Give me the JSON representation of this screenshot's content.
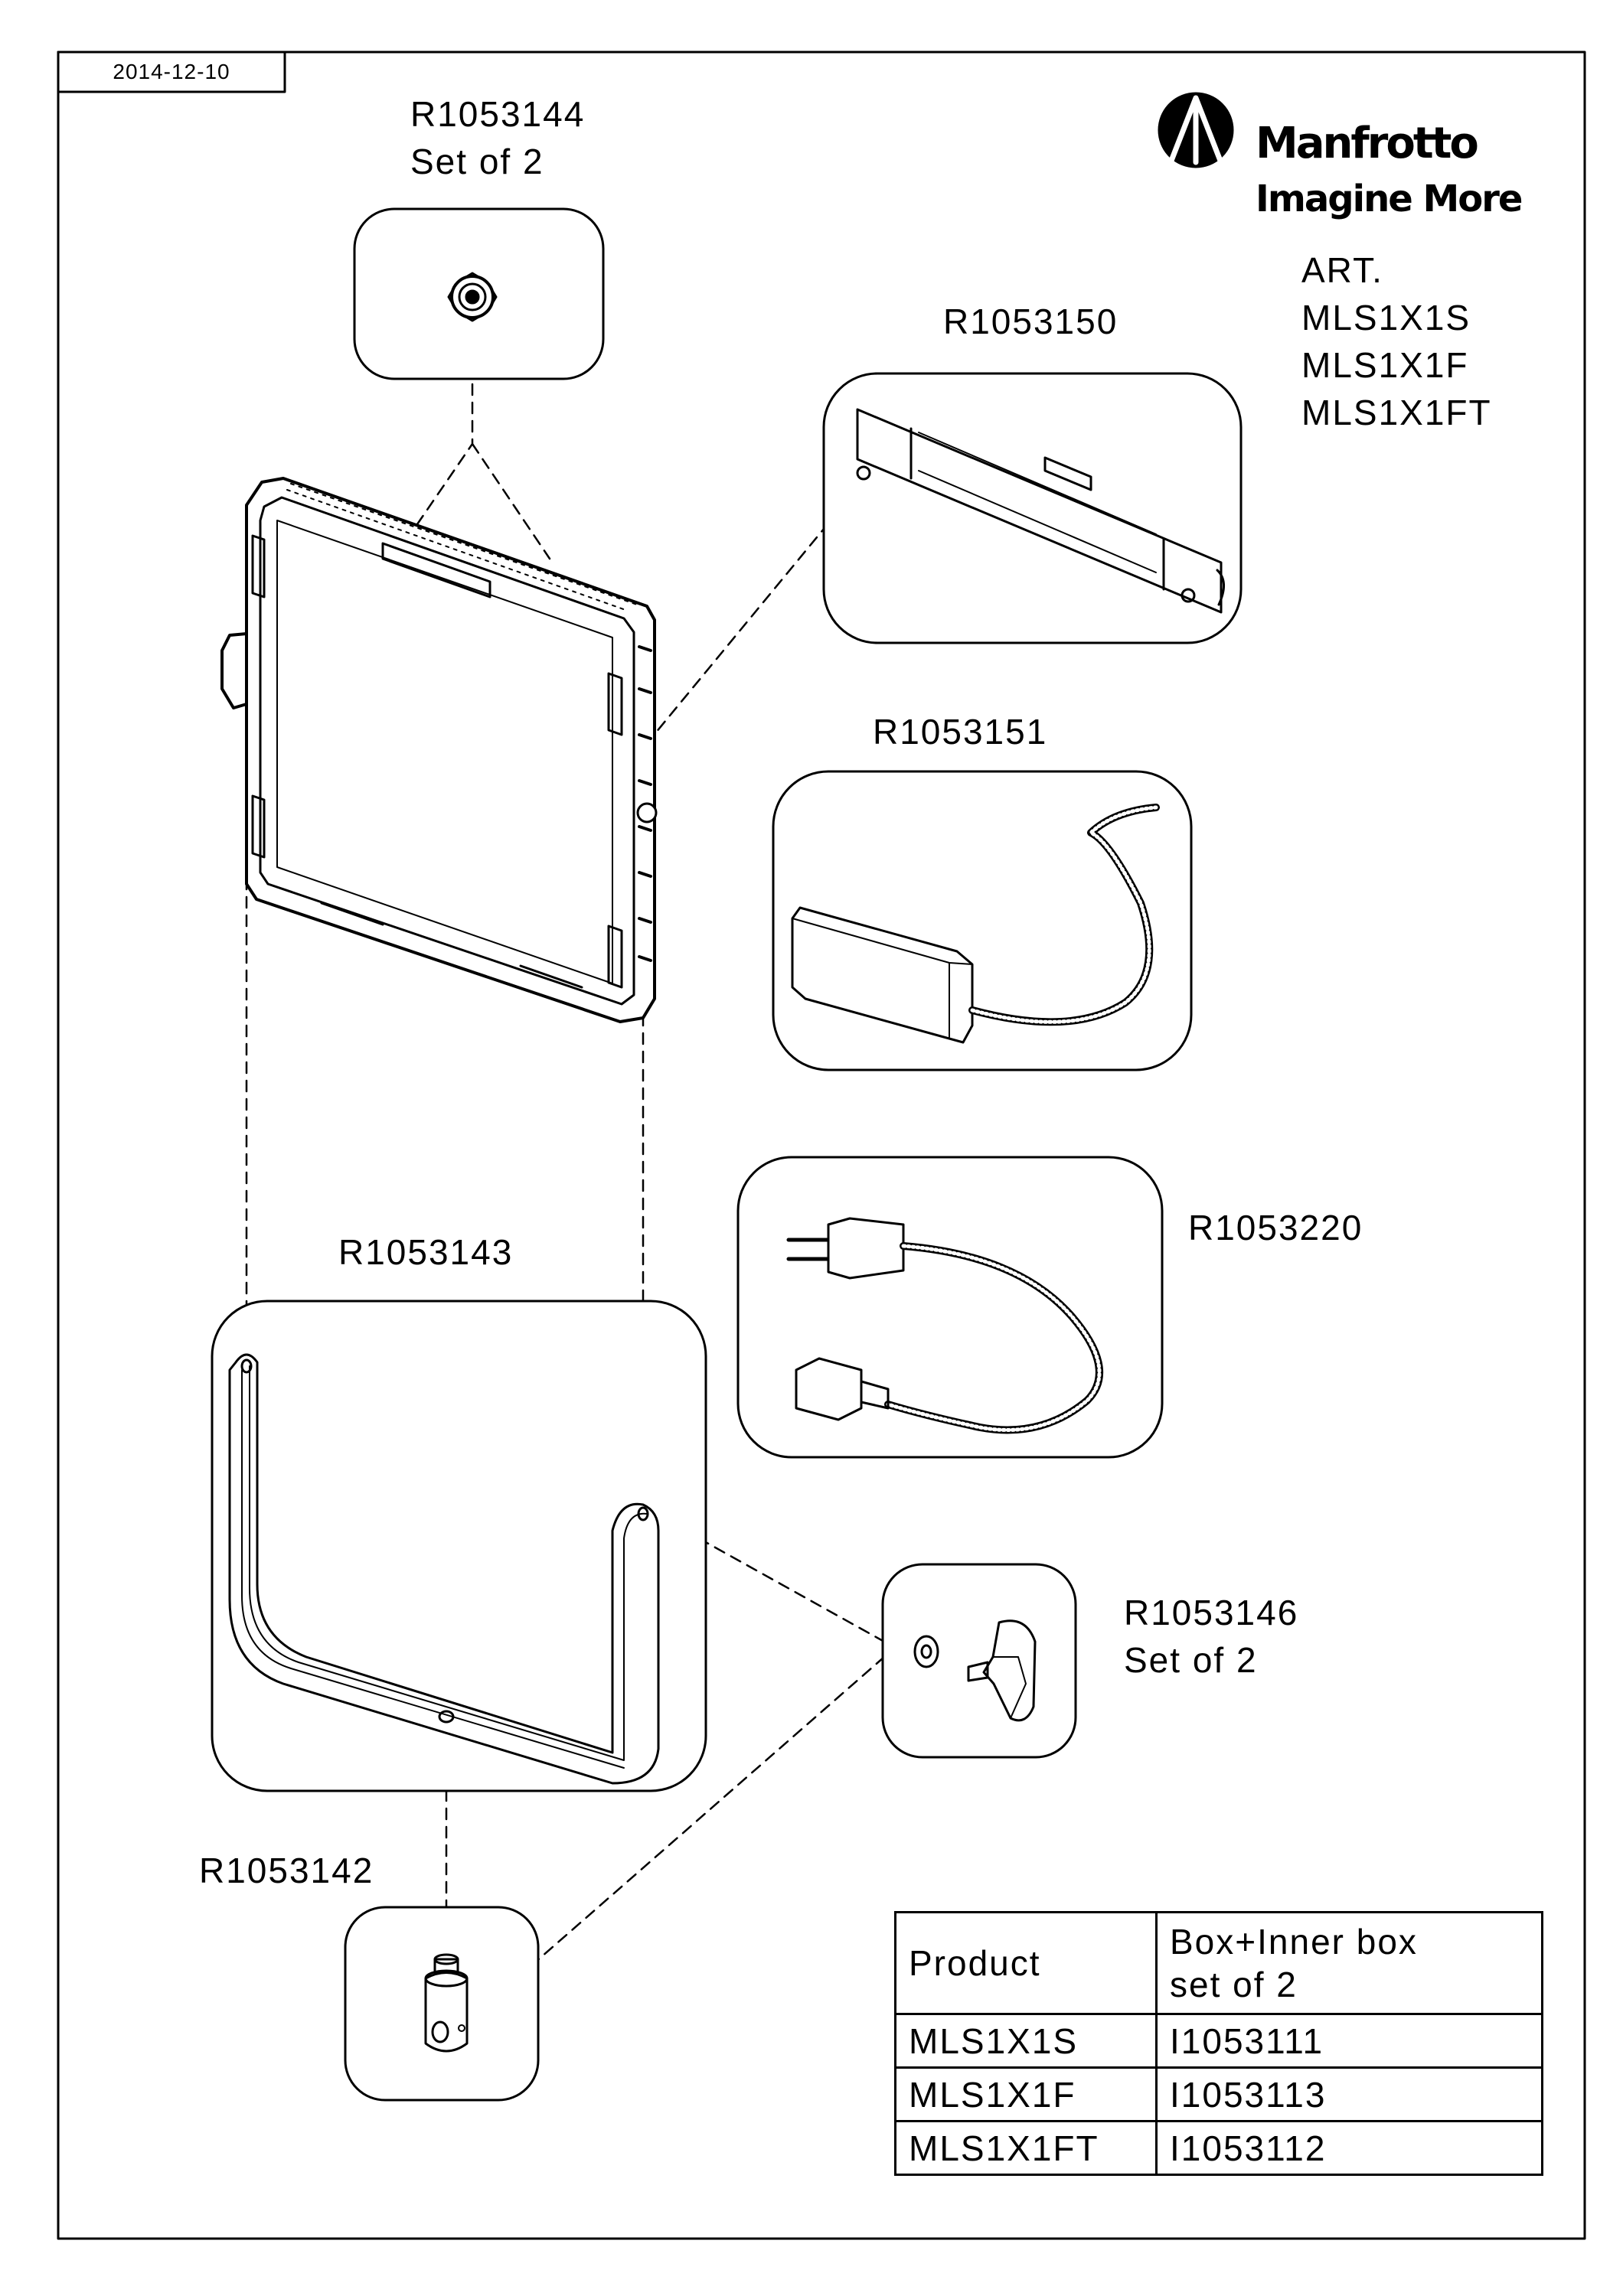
{
  "date": "2014-12-10",
  "brand": {
    "name": "Manfrotto",
    "tagline": "Imagine More",
    "icon": "manfrotto-tripod-logo"
  },
  "article": {
    "heading": "ART.",
    "codes": [
      "MLS1X1S",
      "MLS1X1F",
      "MLS1X1FT"
    ]
  },
  "parts": {
    "knob_set": {
      "code": "R1053144",
      "note": "Set of 2"
    },
    "rear_plate": {
      "code": "R1053150"
    },
    "power_supply": {
      "code": "R1053151"
    },
    "power_cable": {
      "code": "R1053220"
    },
    "yoke": {
      "code": "R1053143"
    },
    "lock_knob_set": {
      "code": "R1053146",
      "note": "Set of 2"
    },
    "spigot_adapter": {
      "code": "R1053142"
    }
  },
  "table": {
    "headers": [
      "Product",
      "Box+Inner box",
      "set of 2"
    ],
    "rows": [
      {
        "product": "MLS1X1S",
        "code": "I1053111"
      },
      {
        "product": "MLS1X1F",
        "code": "I1053113"
      },
      {
        "product": "MLS1X1FT",
        "code": "I1053112"
      }
    ]
  },
  "colors": {
    "line": "#000000",
    "paper": "#ffffff"
  }
}
